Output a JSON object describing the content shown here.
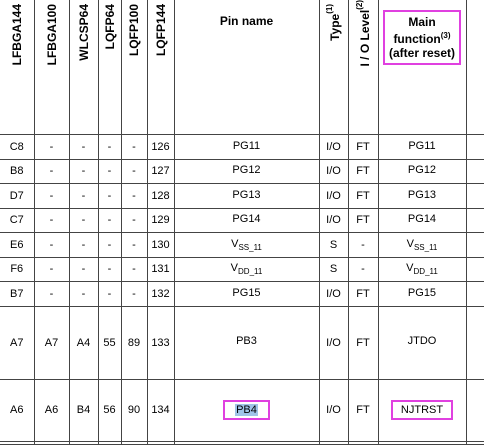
{
  "headers": {
    "col1": "LFBGA144",
    "col2": "LFBGA100",
    "col3": "WLCSP64",
    "col4": "LQFP64",
    "col5": "LQFP100",
    "col6": "LQFP144",
    "pin_name": "Pin name",
    "type": "Type",
    "type_sup": "(1)",
    "io_level": "I / O Level",
    "io_level_sup": "(2)",
    "main_line1": "Main",
    "main_line2": "function",
    "main_sup": "(3)",
    "main_line3": "(after reset)"
  },
  "rows": [
    {
      "c1": "C8",
      "c2": "-",
      "c3": "-",
      "c4": "-",
      "c5": "-",
      "c6": "126",
      "name": "PG11",
      "name_sub": "",
      "type": "I/O",
      "io": "FT",
      "func": "PG11",
      "func_sub": ""
    },
    {
      "c1": "B8",
      "c2": "-",
      "c3": "-",
      "c4": "-",
      "c5": "-",
      "c6": "127",
      "name": "PG12",
      "name_sub": "",
      "type": "I/O",
      "io": "FT",
      "func": "PG12",
      "func_sub": ""
    },
    {
      "c1": "D7",
      "c2": "-",
      "c3": "-",
      "c4": "-",
      "c5": "-",
      "c6": "128",
      "name": "PG13",
      "name_sub": "",
      "type": "I/O",
      "io": "FT",
      "func": "PG13",
      "func_sub": ""
    },
    {
      "c1": "C7",
      "c2": "-",
      "c3": "-",
      "c4": "-",
      "c5": "-",
      "c6": "129",
      "name": "PG14",
      "name_sub": "",
      "type": "I/O",
      "io": "FT",
      "func": "PG14",
      "func_sub": ""
    },
    {
      "c1": "E6",
      "c2": "-",
      "c3": "-",
      "c4": "-",
      "c5": "-",
      "c6": "130",
      "name": "V",
      "name_sub": "SS_11",
      "type": "S",
      "io": "-",
      "func": "V",
      "func_sub": "SS_11"
    },
    {
      "c1": "F6",
      "c2": "-",
      "c3": "-",
      "c4": "-",
      "c5": "-",
      "c6": "131",
      "name": "V",
      "name_sub": "DD_11",
      "type": "S",
      "io": "-",
      "func": "V",
      "func_sub": "DD_11"
    },
    {
      "c1": "B7",
      "c2": "-",
      "c3": "-",
      "c4": "-",
      "c5": "-",
      "c6": "132",
      "name": "PG15",
      "name_sub": "",
      "type": "I/O",
      "io": "FT",
      "func": "PG15",
      "func_sub": ""
    },
    {
      "c1": "A7",
      "c2": "A7",
      "c3": "A4",
      "c4": "55",
      "c5": "89",
      "c6": "133",
      "name": "PB3",
      "name_sub": "",
      "type": "I/O",
      "io": "FT",
      "func": "JTDO",
      "func_sub": ""
    },
    {
      "c1": "A6",
      "c2": "A6",
      "c3": "B4",
      "c4": "56",
      "c5": "90",
      "c6": "134",
      "name": "PB4",
      "name_sub": "",
      "type": "I/O",
      "io": "FT",
      "func": "NJTRST",
      "func_sub": ""
    }
  ]
}
